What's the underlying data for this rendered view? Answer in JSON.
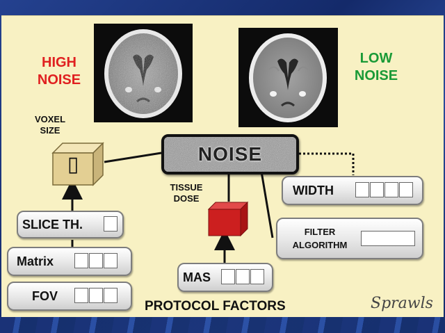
{
  "labels": {
    "high_noise": "HIGH\nNOISE",
    "low_noise": "LOW\nNOISE",
    "voxel_size": "VOXEL\nSIZE",
    "voxel_glyph": "▯",
    "noise": "NOISE",
    "tissue_dose": "TISSUE\nDOSE"
  },
  "factors": {
    "slice_th": "SLICE TH.",
    "matrix": "Matrix",
    "fov": "FOV",
    "mas": "MAS",
    "width": "WIDTH",
    "filter_algorithm": "FILTER\nALGORITHM"
  },
  "footer": "PROTOCOL FACTORS",
  "signature": "Sprawls",
  "colors": {
    "high_noise": "#e02020",
    "low_noise": "#1a9a36",
    "panel": "#f8f1c3",
    "dose_cube": "#cc1f1f",
    "voxel_cube": "#e3cf93"
  }
}
